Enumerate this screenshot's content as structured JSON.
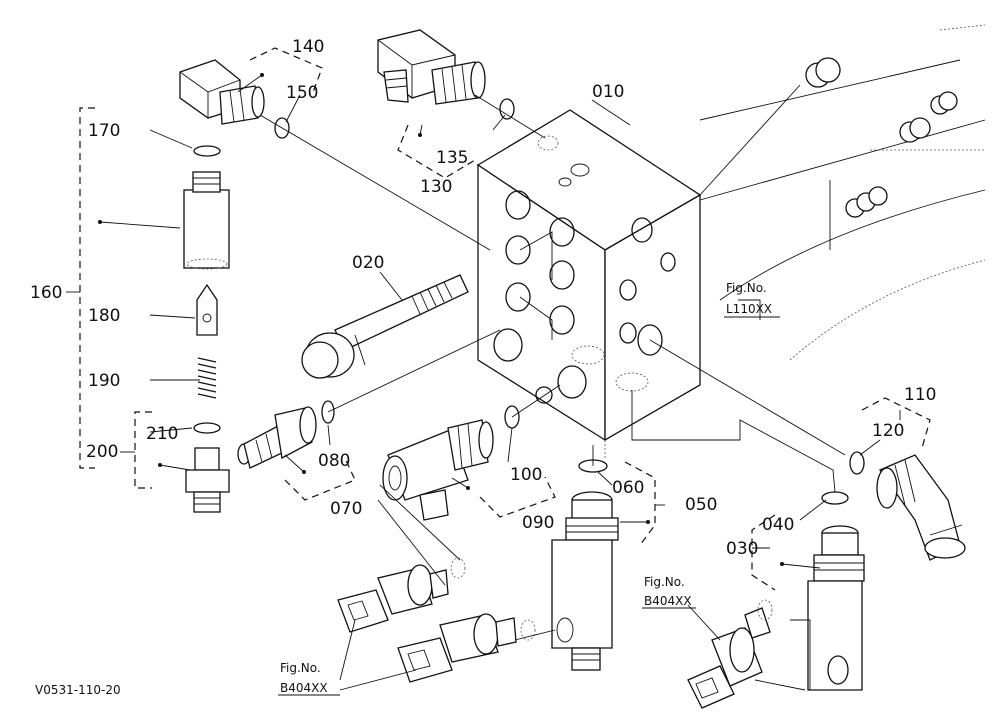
{
  "parts": {
    "p010": "010",
    "p020": "020",
    "p030": "030",
    "p040": "040",
    "p050": "050",
    "p060": "060",
    "p070": "070",
    "p080": "080",
    "p090": "090",
    "p100": "100",
    "p110": "110",
    "p120": "120",
    "p130": "130",
    "p135": "135",
    "p140": "140",
    "p150": "150",
    "p160": "160",
    "p170": "170",
    "p180": "180",
    "p190": "190",
    "p200": "200",
    "p210": "210"
  },
  "references": {
    "fig_label": "Fig.No.",
    "ref_l110": "L110XX",
    "ref_b404_a": "B404XX",
    "ref_b404_b": "B404XX"
  },
  "drawing_code": "V0531-110-20"
}
